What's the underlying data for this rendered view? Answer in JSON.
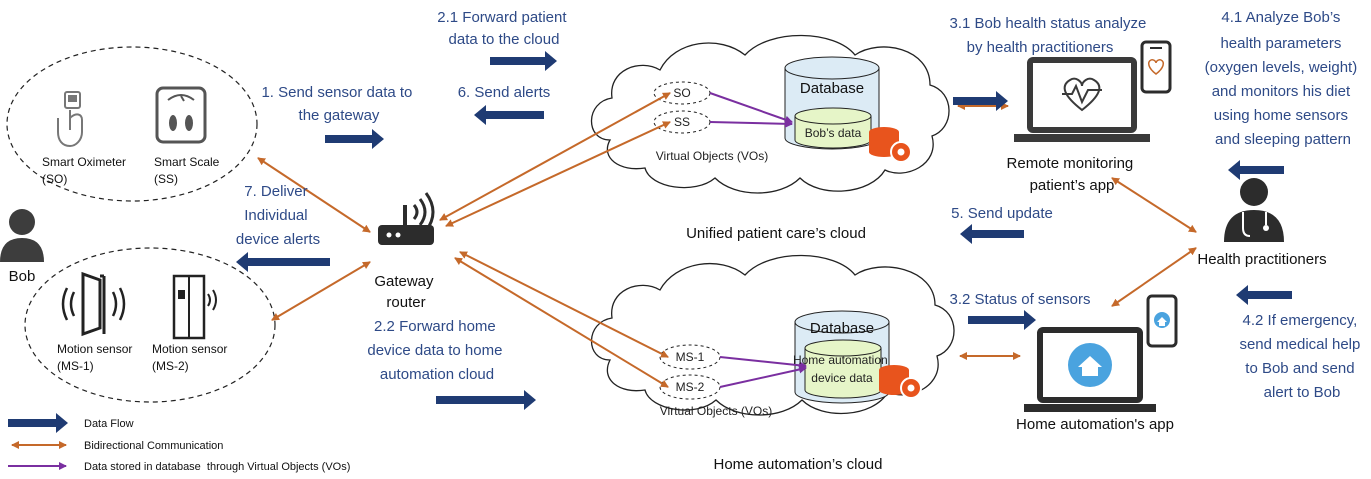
{
  "colors": {
    "data_flow": "#1f3b73",
    "bidirectional": "#c5692a",
    "vo_store": "#7a2fa0",
    "text_blue": "#2e4a87",
    "db_fill": "#dcebf5",
    "inner_db_fill": "#e6f5c8",
    "gear": "#e8541d"
  },
  "steps": {
    "s1": [
      "1. Send sensor data to",
      "the gateway"
    ],
    "s21": [
      "2.1 Forward patient",
      "data to the cloud"
    ],
    "s22": [
      "2.2 Forward home",
      "device data to home",
      "automation cloud"
    ],
    "s31": [
      "3.1 Bob health status analyze",
      "by health practitioners"
    ],
    "s32": [
      "3.2 Status of sensors"
    ],
    "s41": [
      "4.1 Analyze Bob’s",
      "health parameters",
      "(oxygen levels, weight)",
      "and monitors his diet",
      "using home sensors",
      "and sleeping pattern"
    ],
    "s42": [
      "4.2 If emergency,",
      "send medical help",
      "to Bob and send",
      "alert to Bob"
    ],
    "s5": [
      "5. Send update"
    ],
    "s6": [
      "6. Send alerts"
    ],
    "s7": [
      "7. Deliver",
      "Individual",
      "device alerts"
    ]
  },
  "devices": {
    "smart_oximeter": [
      "Smart Oximeter",
      "(SO)"
    ],
    "smart_scale": [
      "Smart Scale",
      "(SS)"
    ],
    "motion_sensor_1": [
      "Motion sensor",
      "(MS-1)"
    ],
    "motion_sensor_2": [
      "Motion sensor",
      "(MS-2)"
    ]
  },
  "people": {
    "bob": "Bob",
    "health_practitioners": "Health practitioners"
  },
  "gateway": [
    "Gateway",
    "router"
  ],
  "clouds": {
    "patient": {
      "label": "Unified patient care’s cloud",
      "vo_label": "Virtual Objects (VOs)",
      "vos": [
        "SO",
        "SS"
      ],
      "db_title": "Database",
      "db_content": [
        "Bob’s data"
      ]
    },
    "home": {
      "label": "Home automation’s cloud",
      "vo_label": "Virtual Objects (VOs)",
      "vos": [
        "MS-1",
        "MS-2"
      ],
      "db_title": "Database",
      "db_content": [
        "Home automation",
        "device data"
      ]
    }
  },
  "apps": {
    "remote": [
      "Remote monitoring",
      "patient’s app"
    ],
    "home": [
      "Home automation's app"
    ]
  },
  "legend": {
    "data_flow": "Data Flow",
    "bidirectional": "Bidirectional Communication",
    "vo_store": "Data stored in database  through Virtual Objects (VOs)"
  }
}
